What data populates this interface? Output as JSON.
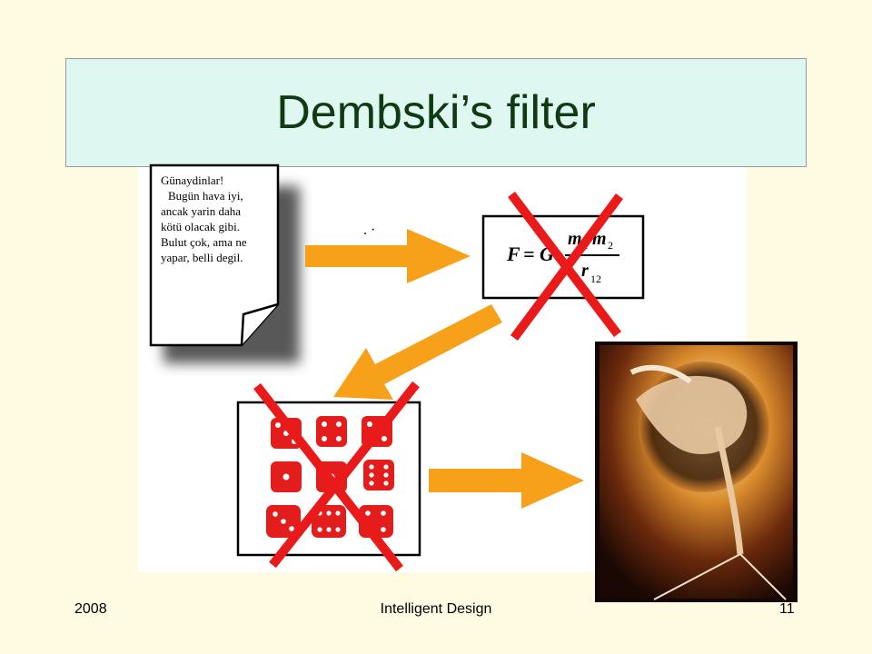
{
  "slide": {
    "title": "Dembski’s filter",
    "footer_year": "2008",
    "footer_topic": "Intelligent Design",
    "page_number": "11"
  },
  "document_card": {
    "lines": [
      "Günaydinlar!",
      "Bugün hava iyi,",
      "ancak yarin daha",
      "kötü olacak gibi.",
      "Bulut çok, ama ne",
      "yapar, belli degil."
    ]
  },
  "formula": {
    "lhs": "F",
    "eq": "= G",
    "numerator": "m",
    "numerator2": "m",
    "sub1": "1",
    "sub2": "2",
    "denominator": "r",
    "denominator_sub": "12"
  },
  "colors": {
    "arrow": "#f7a01a",
    "cross": "#ea1a1a",
    "dice": "#e31c1c",
    "title_bg": "#dff7f1",
    "slide_bg": "#fffbe3"
  }
}
